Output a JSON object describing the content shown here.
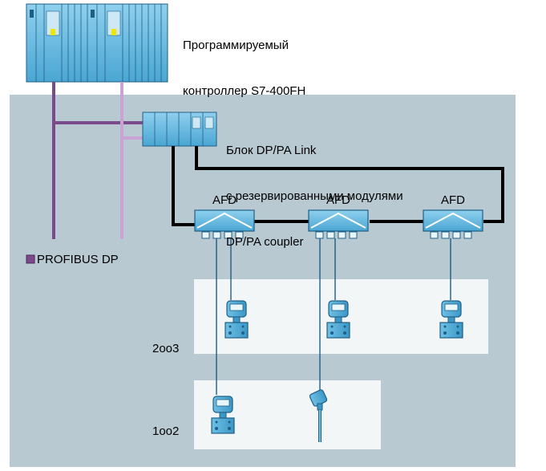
{
  "controller": {
    "line1": "Программируемый",
    "line2": "контроллер S7-400FH"
  },
  "link_block": {
    "line1": "Блок DP/PA Link",
    "line2": "с резервированными модулями",
    "line3": "DP/PA coupler"
  },
  "afd": {
    "label_1": "AFD",
    "label_2": "AFD",
    "label_3": "AFD"
  },
  "legend": {
    "profibus": "PROFIBUS DP"
  },
  "groups": {
    "group_2oo3": "2oo3",
    "group_1oo2": "1oo2"
  },
  "colors": {
    "panel": "#b8c9d2",
    "white_panel": "#f3f6f7",
    "profibus": "#7b4a8c",
    "profibus_light": "#c9a3d4",
    "device_blue": "#4aa6d3",
    "device_dark": "#1f5f86",
    "pa_line": "#000000"
  },
  "icons": [
    "plc-rack-icon",
    "dp-pa-link-module-icon",
    "afd-coupler-icon",
    "pressure-transmitter-icon",
    "temperature-sensor-icon"
  ]
}
